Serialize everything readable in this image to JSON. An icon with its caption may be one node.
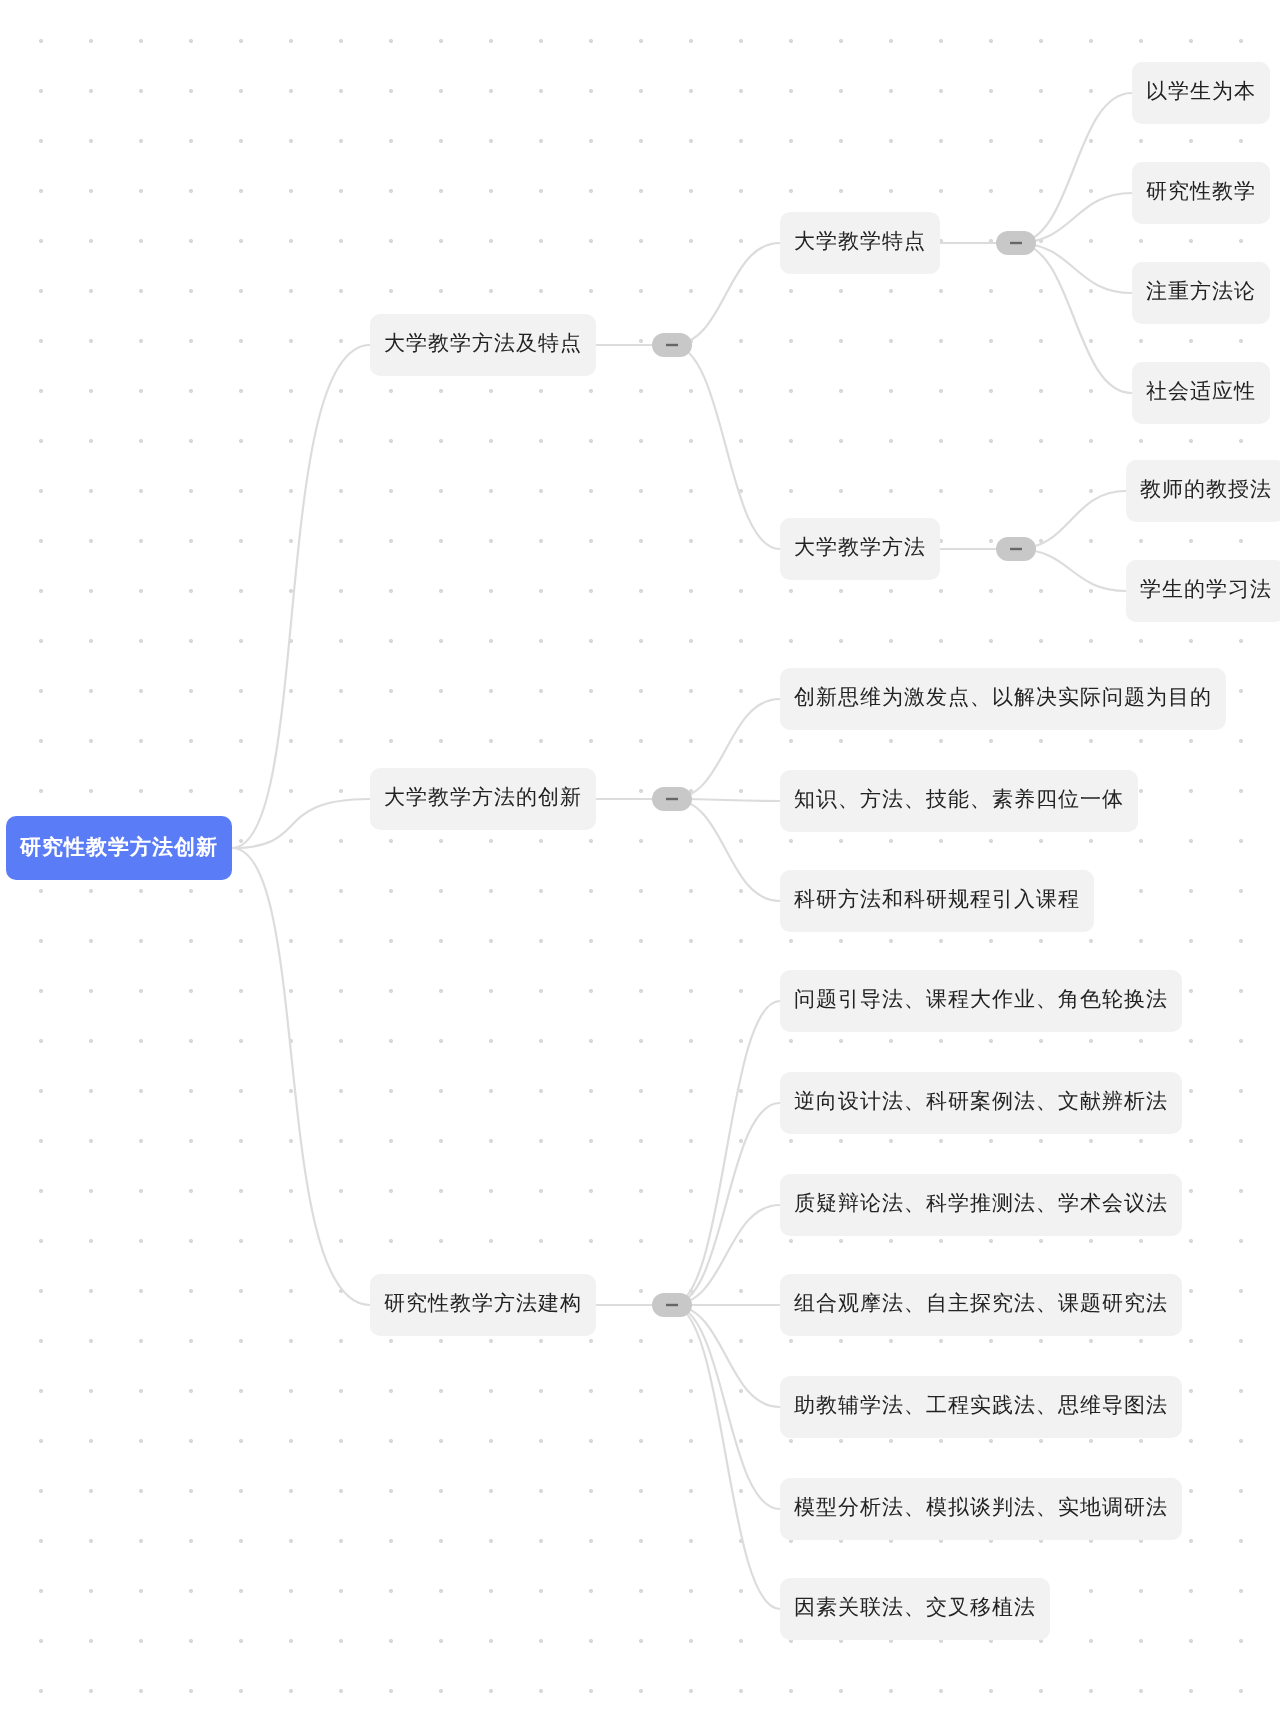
{
  "diagram": {
    "nodes": [
      {
        "text": [
          "研究性教学方法创新"
        ]
      },
      {
        "text": [
          "大学教学方法及特点"
        ]
      },
      {
        "text": [
          "大学教学特点"
        ]
      },
      {
        "text": [
          "以学生为本"
        ]
      },
      {
        "text": [
          "研究性教学"
        ]
      },
      {
        "text": [
          "注重方法论"
        ]
      },
      {
        "text": [
          "社会适应性"
        ]
      },
      {
        "text": [
          "大学教学方法"
        ]
      },
      {
        "text": [
          "教师的教授法"
        ]
      },
      {
        "text": [
          "学生的学习法"
        ]
      },
      {
        "text": [
          "大学教学方法的创新"
        ]
      },
      {
        "text": [
          "创新思维为激发点、以解决实际问题为目的"
        ]
      },
      {
        "text": [
          "知识、方法、技能、素养四位一体"
        ]
      },
      {
        "text": [
          "科研方法和科研规程引入课程"
        ]
      },
      {
        "text": [
          "研究性教学方法建构"
        ]
      },
      {
        "text": [
          "问题引导法、课程大作业、角色轮换法"
        ]
      },
      {
        "text": [
          "逆向设计法、科研案例法、文献辨析法"
        ]
      },
      {
        "text": [
          "质疑辩论法、科学推测法、学术会议法"
        ]
      },
      {
        "text": [
          "组合观摩法、自主探究法、课题研究法"
        ]
      },
      {
        "text": [
          "助教辅学法、工程实践法、思维导图法"
        ]
      },
      {
        "text": [
          "模型分析法、模拟谈判法、实地调研法"
        ]
      },
      {
        "text": [
          "因素关联法、交叉移植法"
        ]
      }
    ],
    "edges": [
      {
        "from": 0,
        "to": 1,
        "arrow": "none"
      },
      {
        "from": 0,
        "to": 10,
        "arrow": "none"
      },
      {
        "from": 0,
        "to": 14,
        "arrow": "none"
      },
      {
        "from": 1,
        "to": 2,
        "arrow": "none"
      },
      {
        "from": 1,
        "to": 7,
        "arrow": "none"
      },
      {
        "from": 2,
        "to": 3,
        "arrow": "none"
      },
      {
        "from": 2,
        "to": 4,
        "arrow": "none"
      },
      {
        "from": 2,
        "to": 5,
        "arrow": "none"
      },
      {
        "from": 2,
        "to": 6,
        "arrow": "none"
      },
      {
        "from": 7,
        "to": 8,
        "arrow": "none"
      },
      {
        "from": 7,
        "to": 9,
        "arrow": "none"
      },
      {
        "from": 10,
        "to": 11,
        "arrow": "none"
      },
      {
        "from": 10,
        "to": 12,
        "arrow": "none"
      },
      {
        "from": 10,
        "to": 13,
        "arrow": "none"
      },
      {
        "from": 14,
        "to": 15,
        "arrow": "none"
      },
      {
        "from": 14,
        "to": 16,
        "arrow": "none"
      },
      {
        "from": 14,
        "to": 17,
        "arrow": "none"
      },
      {
        "from": 14,
        "to": 18,
        "arrow": "none"
      },
      {
        "from": 14,
        "to": 19,
        "arrow": "none"
      },
      {
        "from": 14,
        "to": 20,
        "arrow": "none"
      },
      {
        "from": 14,
        "to": 21,
        "arrow": "none"
      }
    ]
  }
}
